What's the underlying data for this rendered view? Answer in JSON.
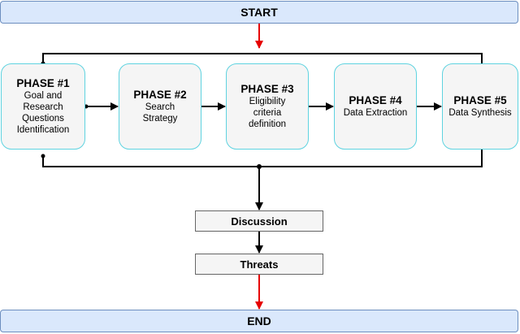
{
  "start": "START",
  "end": "END",
  "phases": [
    {
      "title": "PHASE #1",
      "desc": "Goal and\nResearch\nQuestions\nIdentification"
    },
    {
      "title": "PHASE #2",
      "desc": "Search\nStrategy"
    },
    {
      "title": "PHASE #3",
      "desc": "Eligibility\ncriteria\ndefinition"
    },
    {
      "title": "PHASE #4",
      "desc": "Data Extraction"
    },
    {
      "title": "PHASE #5",
      "desc": "Data Synthesis"
    }
  ],
  "steps": {
    "discussion": "Discussion",
    "threats": "Threats"
  },
  "colors": {
    "bar_fill": "#dae8fc",
    "bar_border": "#6c8ebf",
    "phase_fill": "#f5f5f5",
    "phase_border": "#5fd3e0",
    "red_arrow": "#e60000",
    "black_arrow": "#000000"
  }
}
